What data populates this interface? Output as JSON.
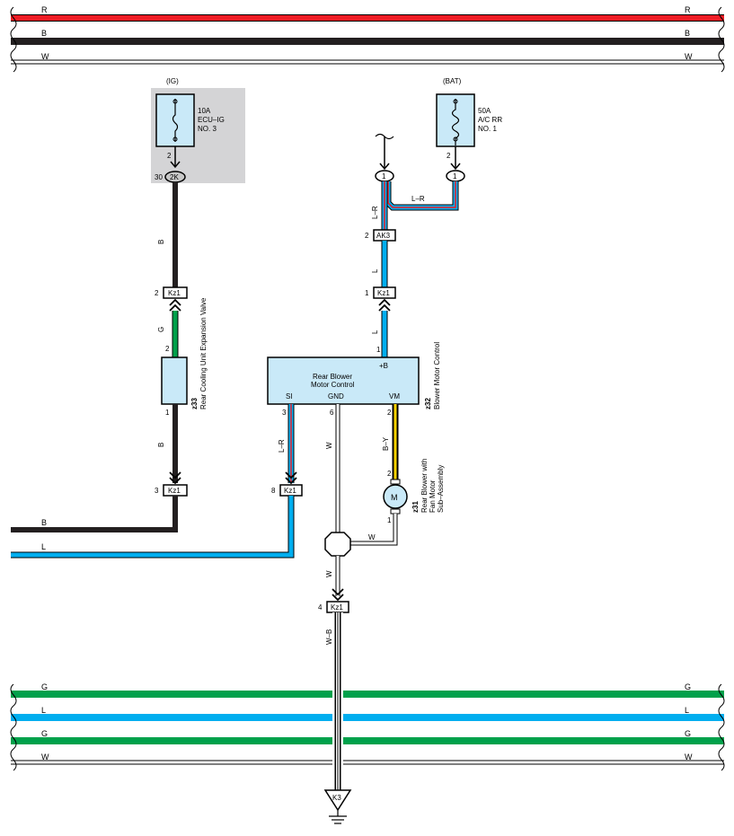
{
  "bus_top": [
    {
      "name": "R",
      "color": "#ee1c25"
    },
    {
      "name": "B",
      "color": "#231f20"
    },
    {
      "name": "W",
      "color": "#ffffff"
    }
  ],
  "bus_bottom": [
    {
      "name": "G",
      "color": "#00a14b"
    },
    {
      "name": "L",
      "color": "#00aeef"
    },
    {
      "name": "G",
      "color": "#00a14b"
    },
    {
      "name": "W",
      "color": "#ffffff"
    }
  ],
  "fuse_ig": {
    "source": "(IG)",
    "rating": "10A",
    "name": "ECU–IG",
    "number": "NO. 3",
    "pin": "2"
  },
  "fuse_bat": {
    "source": "(BAT)",
    "rating": "50A",
    "name": "A/C RR",
    "number": "NO. 1",
    "pin": "2"
  },
  "junctions": {
    "j2k": {
      "id": "2K",
      "pin": "30"
    },
    "j1a": {
      "id": "1"
    },
    "j1b": {
      "id": "1"
    }
  },
  "connectors": {
    "ak3": {
      "id": "AK3",
      "pin": "2"
    },
    "kz1_l": {
      "id": "Kz1",
      "pin": "1"
    },
    "kz1_g": {
      "id": "Kz1",
      "pin": "2"
    },
    "kz1_b": {
      "id": "Kz1",
      "pin": "3"
    },
    "kz1_lr": {
      "id": "Kz1",
      "pin": "8"
    },
    "kz1_wb": {
      "id": "Kz1",
      "pin": "4"
    }
  },
  "wires": {
    "b": "B",
    "g": "G",
    "b2": "B",
    "lr_top": "L–R",
    "lr_side": "L–R",
    "l1": "L",
    "l2": "L",
    "lr_si": "L–R",
    "w_gnd": "W",
    "by": "B–Y",
    "w_motor": "W",
    "w_join": "W",
    "wb": "W–B",
    "out_b": "B",
    "out_l": "L"
  },
  "colors": {
    "red": "#ee1c25",
    "black": "#231f20",
    "green": "#00a14b",
    "blue": "#00aeef",
    "yellow": "#ffd400",
    "component": "#c9e9f8",
    "gray": "#d4d4d6"
  },
  "valve": {
    "code": "z33",
    "name": "Rear Cooling Unit Expansion Valve",
    "pin_top": "2",
    "pin_bottom": "1"
  },
  "control": {
    "code": "z32",
    "name": "Blower Motor Control",
    "title_line1": "Rear Blower",
    "title_line2": "Motor Control",
    "terminal_b": "+B",
    "terminal_si": "SI",
    "terminal_gnd": "GND",
    "terminal_vm": "VM",
    "pin_b": "1",
    "pin_si": "3",
    "pin_gnd": "6",
    "pin_vm": "2"
  },
  "motor": {
    "code": "z31",
    "symbol": "M",
    "name_line1": "Rear Blower with",
    "name_line2": "Fan Motor",
    "name_line3": "Sub–Assembly",
    "pin_top": "2",
    "pin_bottom": "1"
  },
  "ground": {
    "id": "K3"
  }
}
